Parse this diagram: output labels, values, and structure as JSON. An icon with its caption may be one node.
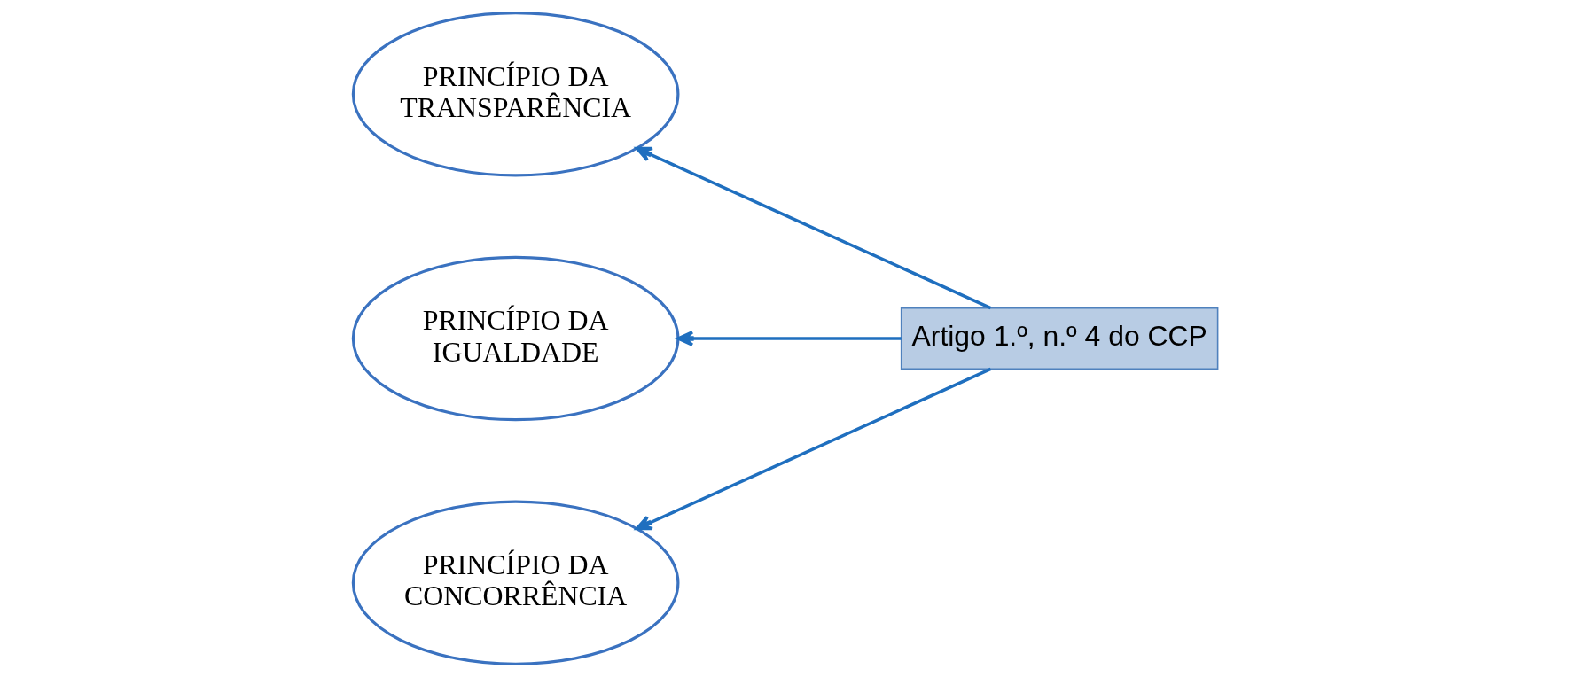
{
  "diagram": {
    "nodes": [
      {
        "text": [
          "PRINCÍPIO DA TRANSPARÊNCIA"
        ]
      },
      {
        "text": [
          "PRINCÍPIO DA IGUALDADE"
        ]
      },
      {
        "text": [
          "PRINCÍPIO DA CONCORRÊNCIA"
        ]
      },
      {
        "text": [
          "Artigo 1.º, n.º 4 do CCP"
        ]
      }
    ],
    "edges": [
      {
        "from": 3,
        "to": 0,
        "arrow": "to"
      },
      {
        "from": 3,
        "to": 1,
        "arrow": "to"
      },
      {
        "from": 3,
        "to": 2,
        "arrow": "to"
      }
    ]
  }
}
